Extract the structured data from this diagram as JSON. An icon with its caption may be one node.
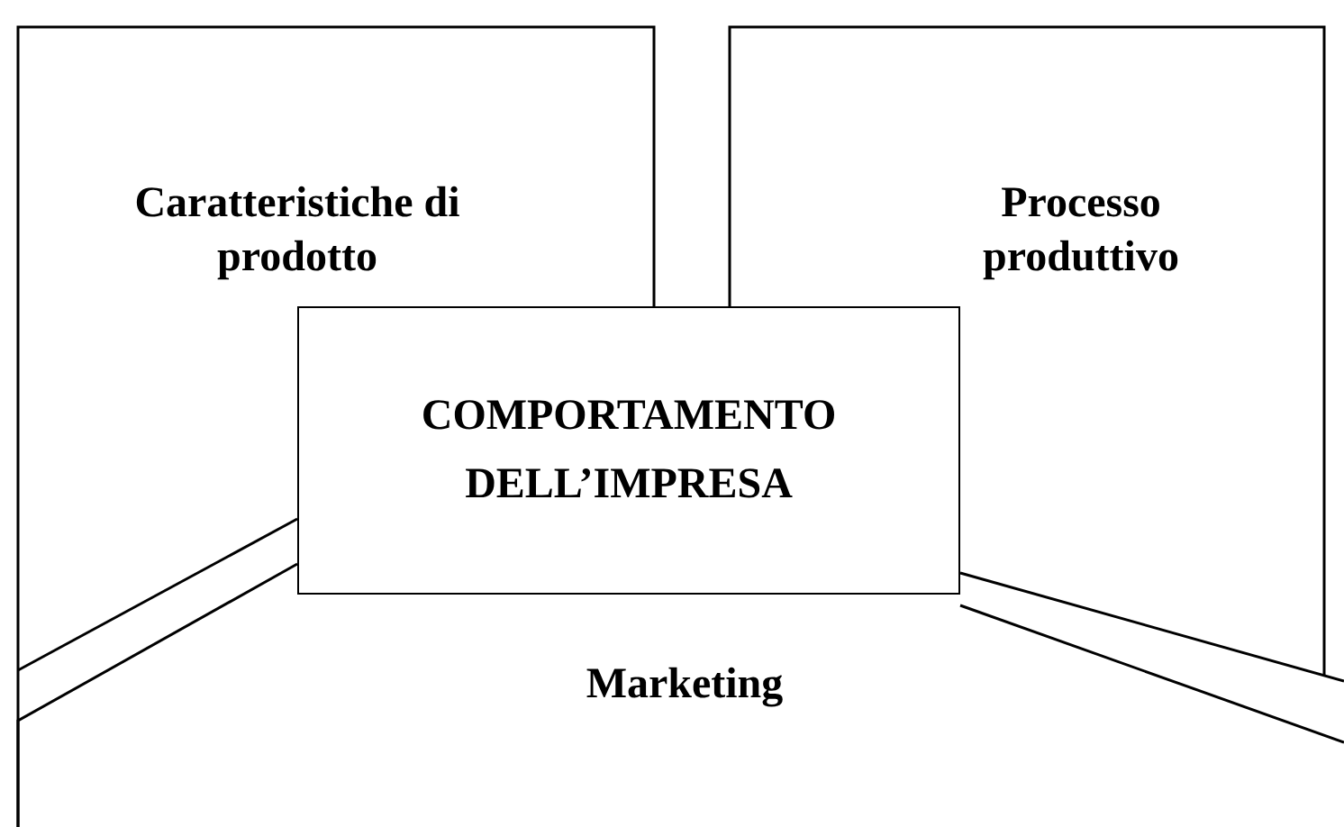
{
  "diagram": {
    "nodes": [
      {
        "text": [
          "Caratteristiche di prodotto"
        ]
      },
      {
        "text": [
          "Processo produttivo"
        ]
      },
      {
        "text": [
          "COMPORTAMENTO DELL’IMPRESA"
        ]
      },
      {
        "text": [
          "Marketing"
        ]
      }
    ]
  }
}
